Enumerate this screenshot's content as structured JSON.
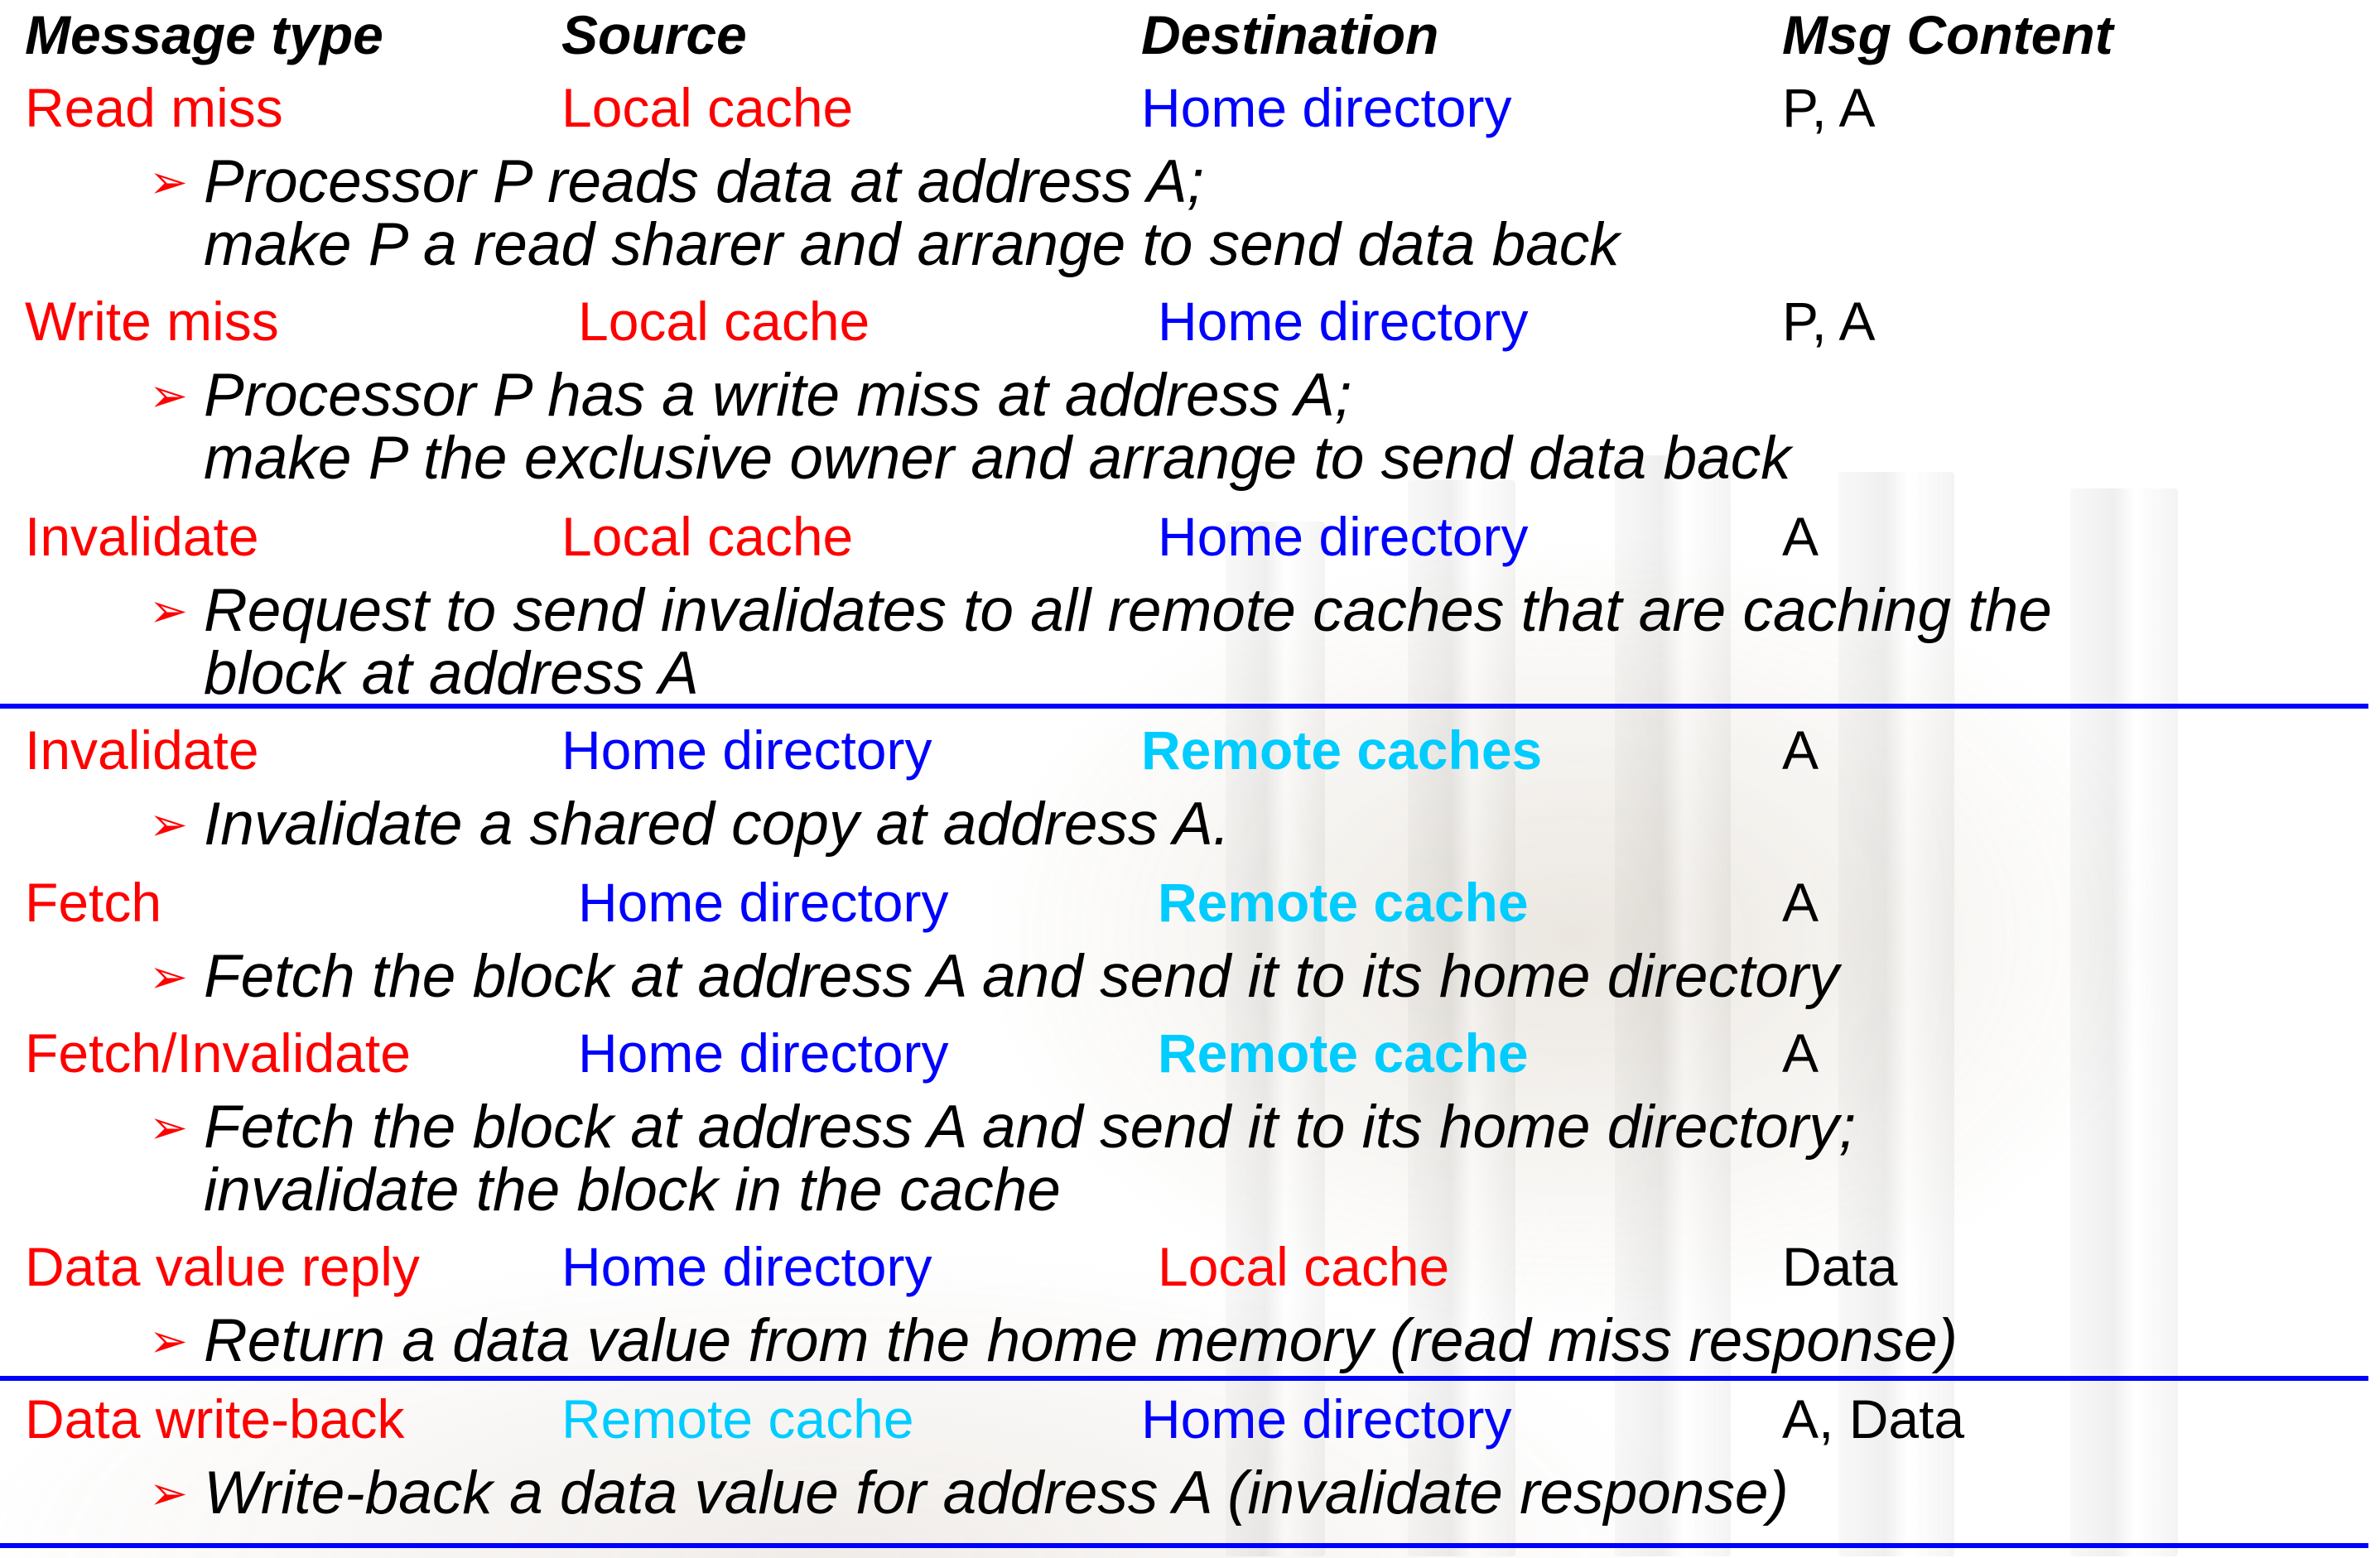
{
  "headers": {
    "type": "Message type",
    "source": "Source",
    "destination": "Destination",
    "content": "Msg Content"
  },
  "messages": [
    {
      "type": "Read miss",
      "source": "Local cache",
      "destination": "Home directory",
      "content": "P, A",
      "desc_line1": "Processor P reads data at address A;",
      "desc_line2": "make P a read sharer and arrange to send data back"
    },
    {
      "type": "Write miss",
      "source": "Local cache",
      "destination": "Home directory",
      "content": "P, A",
      "desc_line1": "Processor P has a write miss at address A;",
      "desc_line2": "make P the exclusive owner and arrange to send data back"
    },
    {
      "type": "Invalidate",
      "source": "Local cache",
      "destination": "Home directory",
      "content": "A",
      "desc_line1": "Request to send invalidates to all remote caches that are caching the",
      "desc_line2": "block at address A"
    },
    {
      "type": "Invalidate",
      "source": "Home directory",
      "destination": "Remote caches",
      "content": "A",
      "desc_line1": "Invalidate a shared copy at address A."
    },
    {
      "type": "Fetch",
      "source": "Home directory",
      "destination": "Remote cache",
      "content": "A",
      "desc_line1": "Fetch the block at address A and send it to its home directory"
    },
    {
      "type": "Fetch/Invalidate",
      "source": "Home directory",
      "destination": "Remote cache",
      "content": "A",
      "desc_line1": "Fetch the block at address A and send it to its home directory;",
      "desc_line2": "invalidate the block in the cache"
    },
    {
      "type": "Data value reply",
      "source": "Home directory",
      "destination": "Local cache",
      "content": "Data",
      "desc_line1": "Return a data value from the home memory (read miss response)"
    },
    {
      "type": "Data write-back",
      "source": "Remote cache",
      "destination": "Home directory",
      "content": "A, Data",
      "desc_line1": "Write-back a data value for address A (invalidate response)"
    }
  ],
  "bullet_glyph": "➢",
  "colors": {
    "type": "#ff0000",
    "local_source": "#ff0000",
    "home": "#0000ff",
    "remote": "#00ccff",
    "rule": "#0000ff"
  }
}
